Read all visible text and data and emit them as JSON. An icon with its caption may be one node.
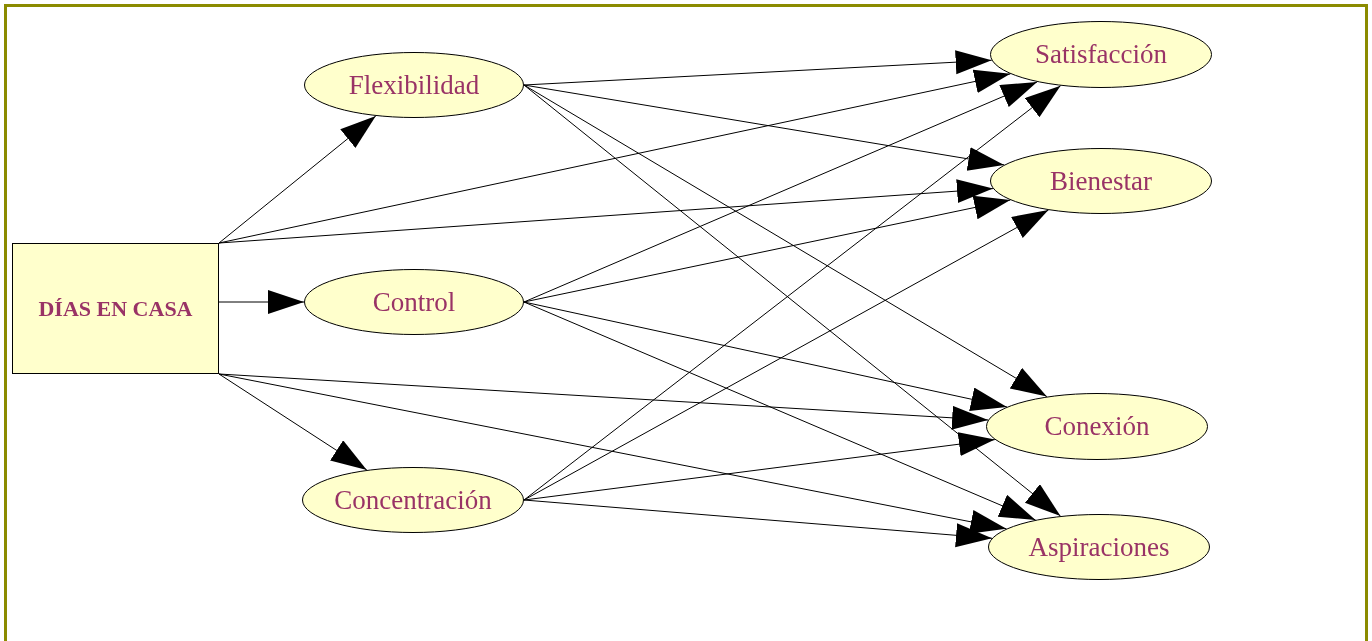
{
  "diagram": {
    "nodes": [
      {
        "text": [
          "DÍAS EN CASA"
        ]
      },
      {
        "text": [
          "Flexibilidad"
        ]
      },
      {
        "text": [
          "Control"
        ]
      },
      {
        "text": [
          "Concentración"
        ]
      },
      {
        "text": [
          "Satisfacción"
        ]
      },
      {
        "text": [
          "Bienestar"
        ]
      },
      {
        "text": [
          "Conexión"
        ]
      },
      {
        "text": [
          "Aspiraciones"
        ]
      }
    ],
    "edges": [
      {
        "from": 0,
        "to": 1,
        "arrow": "to"
      },
      {
        "from": 0,
        "to": 2,
        "arrow": "to"
      },
      {
        "from": 0,
        "to": 3,
        "arrow": "to"
      },
      {
        "from": 0,
        "to": 4,
        "arrow": "to"
      },
      {
        "from": 0,
        "to": 5,
        "arrow": "to"
      },
      {
        "from": 0,
        "to": 6,
        "arrow": "to"
      },
      {
        "from": 0,
        "to": 7,
        "arrow": "to"
      },
      {
        "from": 1,
        "to": 4,
        "arrow": "to"
      },
      {
        "from": 1,
        "to": 5,
        "arrow": "to"
      },
      {
        "from": 1,
        "to": 6,
        "arrow": "to"
      },
      {
        "from": 1,
        "to": 7,
        "arrow": "to"
      },
      {
        "from": 2,
        "to": 4,
        "arrow": "to"
      },
      {
        "from": 2,
        "to": 5,
        "arrow": "to"
      },
      {
        "from": 2,
        "to": 6,
        "arrow": "to"
      },
      {
        "from": 2,
        "to": 7,
        "arrow": "to"
      },
      {
        "from": 3,
        "to": 4,
        "arrow": "to"
      },
      {
        "from": 3,
        "to": 5,
        "arrow": "to"
      },
      {
        "from": 3,
        "to": 6,
        "arrow": "to"
      },
      {
        "from": 3,
        "to": 7,
        "arrow": "to"
      }
    ]
  }
}
